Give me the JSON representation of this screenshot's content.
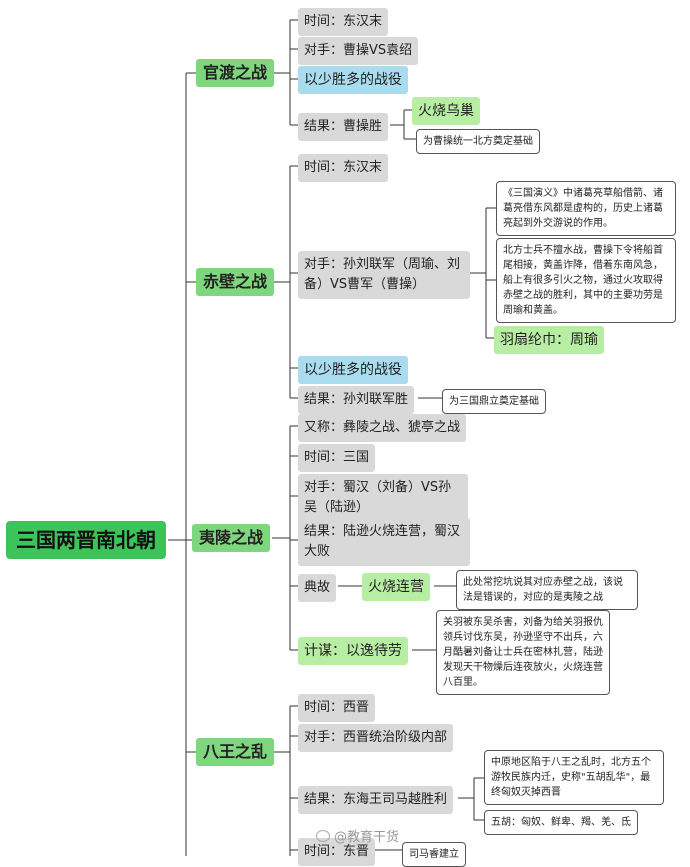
{
  "root": "三国两晋南北朝",
  "battles": [
    {
      "title": "官渡之战",
      "items": {
        "time": "时间：东汉末",
        "opponents": "对手：曹操VS袁绍",
        "tag": "以少胜多的战役",
        "result": "结果：曹操胜",
        "result_sub": "火烧乌巢",
        "result_note": "为曹操统一北方奠定基础"
      }
    },
    {
      "title": "赤壁之战",
      "items": {
        "time": "时间：东汉末",
        "opponents": "对手：孙刘联军（周瑜、刘备）VS曹军（曹操）",
        "note1": "《三国演义》中诸葛亮草船借箭、诸葛亮借东风都是虚构的，历史上诸葛亮起到外交游说的作用。",
        "note2": "北方士兵不擅水战，曹操下令将船首尾相接，黄盖诈降，借着东南风急，船上有很多引火之物，通过火攻取得赤壁之战的胜利，其中的主要功劳是周瑜和黄盖。",
        "hero": "羽扇纶巾：周瑜",
        "tag": "以少胜多的战役",
        "result": "结果：孙刘联军胜",
        "result_note": "为三国鼎立奠定基础"
      }
    },
    {
      "title": "夷陵之战",
      "items": {
        "alias": "又称：彝陵之战、猇亭之战",
        "time": "时间：三国",
        "opponents": "对手：蜀汉（刘备）VS孙吴（陆逊）",
        "result": "结果：陆逊火烧连营，蜀汉大败",
        "allusion": "典故",
        "allusion_sub": "火烧连营",
        "allusion_note": "此处常挖坑说其对应赤壁之战，该说法是错误的，对应的是夷陵之战",
        "strategy": "计谋：以逸待劳",
        "strategy_note": "关羽被东吴杀害，刘备为给关羽报仇领兵讨伐东吴，孙逊坚守不出兵，六月酷暑刘备让士兵在密林扎营，陆逊发现天干物燥后连夜放火，火烧连营八百里。"
      }
    },
    {
      "title": "八王之乱",
      "items": {
        "time": "时间：西晋",
        "opponents": "对手：西晋统治阶级内部",
        "result": "结果：东海王司马越胜利",
        "note1": "中原地区陷于八王之乱时，北方五个游牧民族内迁，史称\"五胡乱华\"，最终匈奴灭掉西晋",
        "note2": "五胡：匈奴、鲜卑、羯、羌、氐"
      }
    },
    {
      "title": "",
      "items": {
        "time": "时间：东晋",
        "note": "司马睿建立"
      }
    }
  ],
  "watermark": "@教育干货"
}
